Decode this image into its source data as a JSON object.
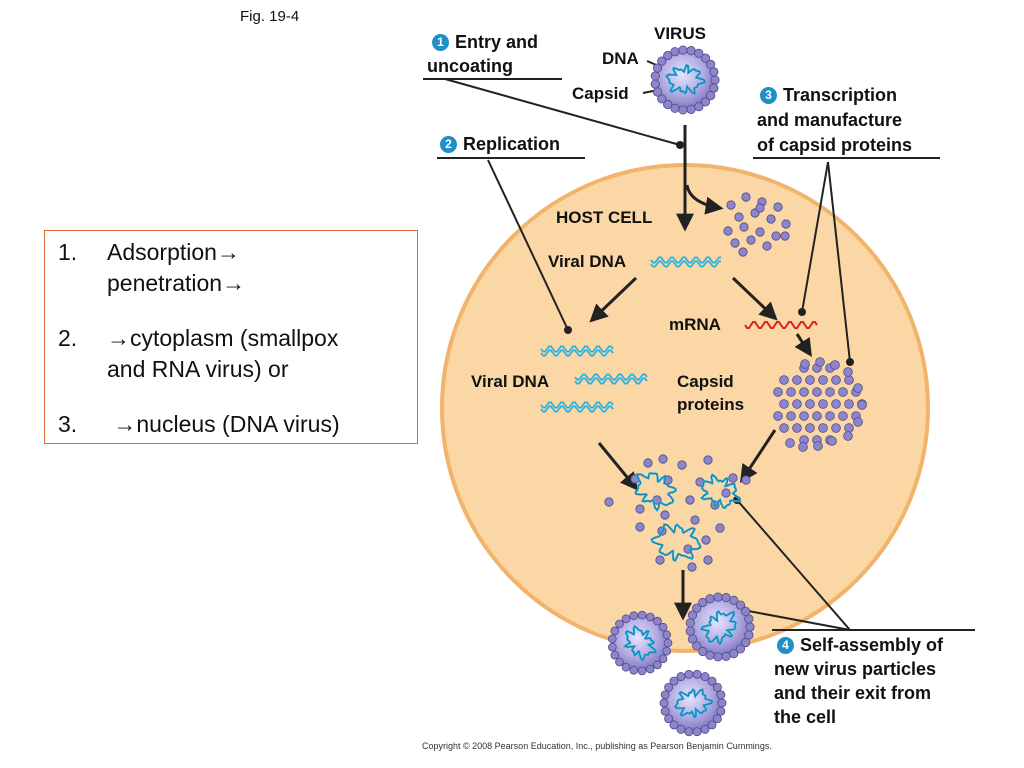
{
  "figure": {
    "caption": "Fig. 19-4",
    "copyright": "Copyright © 2008 Pearson Education, Inc., publishing as Pearson Benjamin Cummings."
  },
  "labels": {
    "virus": "VIRUS",
    "dna": "DNA",
    "capsid": "Capsid",
    "host_cell": "HOST CELL",
    "viral_dna_top": "Viral DNA",
    "viral_dna_left": "Viral DNA",
    "mrna": "mRNA",
    "capsid_proteins_1": "Capsid",
    "capsid_proteins_2": "proteins"
  },
  "steps": [
    {
      "number": "1",
      "lines": [
        "Entry and",
        "uncoating"
      ]
    },
    {
      "number": "2",
      "lines": [
        "Replication"
      ]
    },
    {
      "number": "3",
      "lines": [
        "Transcription",
        "and manufacture",
        "of capsid proteins"
      ]
    },
    {
      "number": "4",
      "lines": [
        "Self-assembly of",
        "new virus particles",
        "and their exit from",
        "the cell"
      ]
    }
  ],
  "notes": [
    {
      "num": "1.",
      "lines": [
        "Adsorption→",
        "penetration→"
      ]
    },
    {
      "num": "2.",
      "lines": [
        "→cytoplasm (smallpox",
        "and RNA virus) or"
      ]
    },
    {
      "num": "3.",
      "lines": [
        " →nucleus (DNA virus)"
      ]
    }
  ],
  "colors": {
    "cell_fill": "#fcd7a6",
    "cell_stroke": "#f2b36b",
    "dna": "#2bb3e0",
    "mrna": "#d9231f",
    "protein": "#8c85c9",
    "protein_stroke": "#4e4a8a",
    "step_badge": "#1f8fc8",
    "notes_border": "#d86a3a"
  }
}
